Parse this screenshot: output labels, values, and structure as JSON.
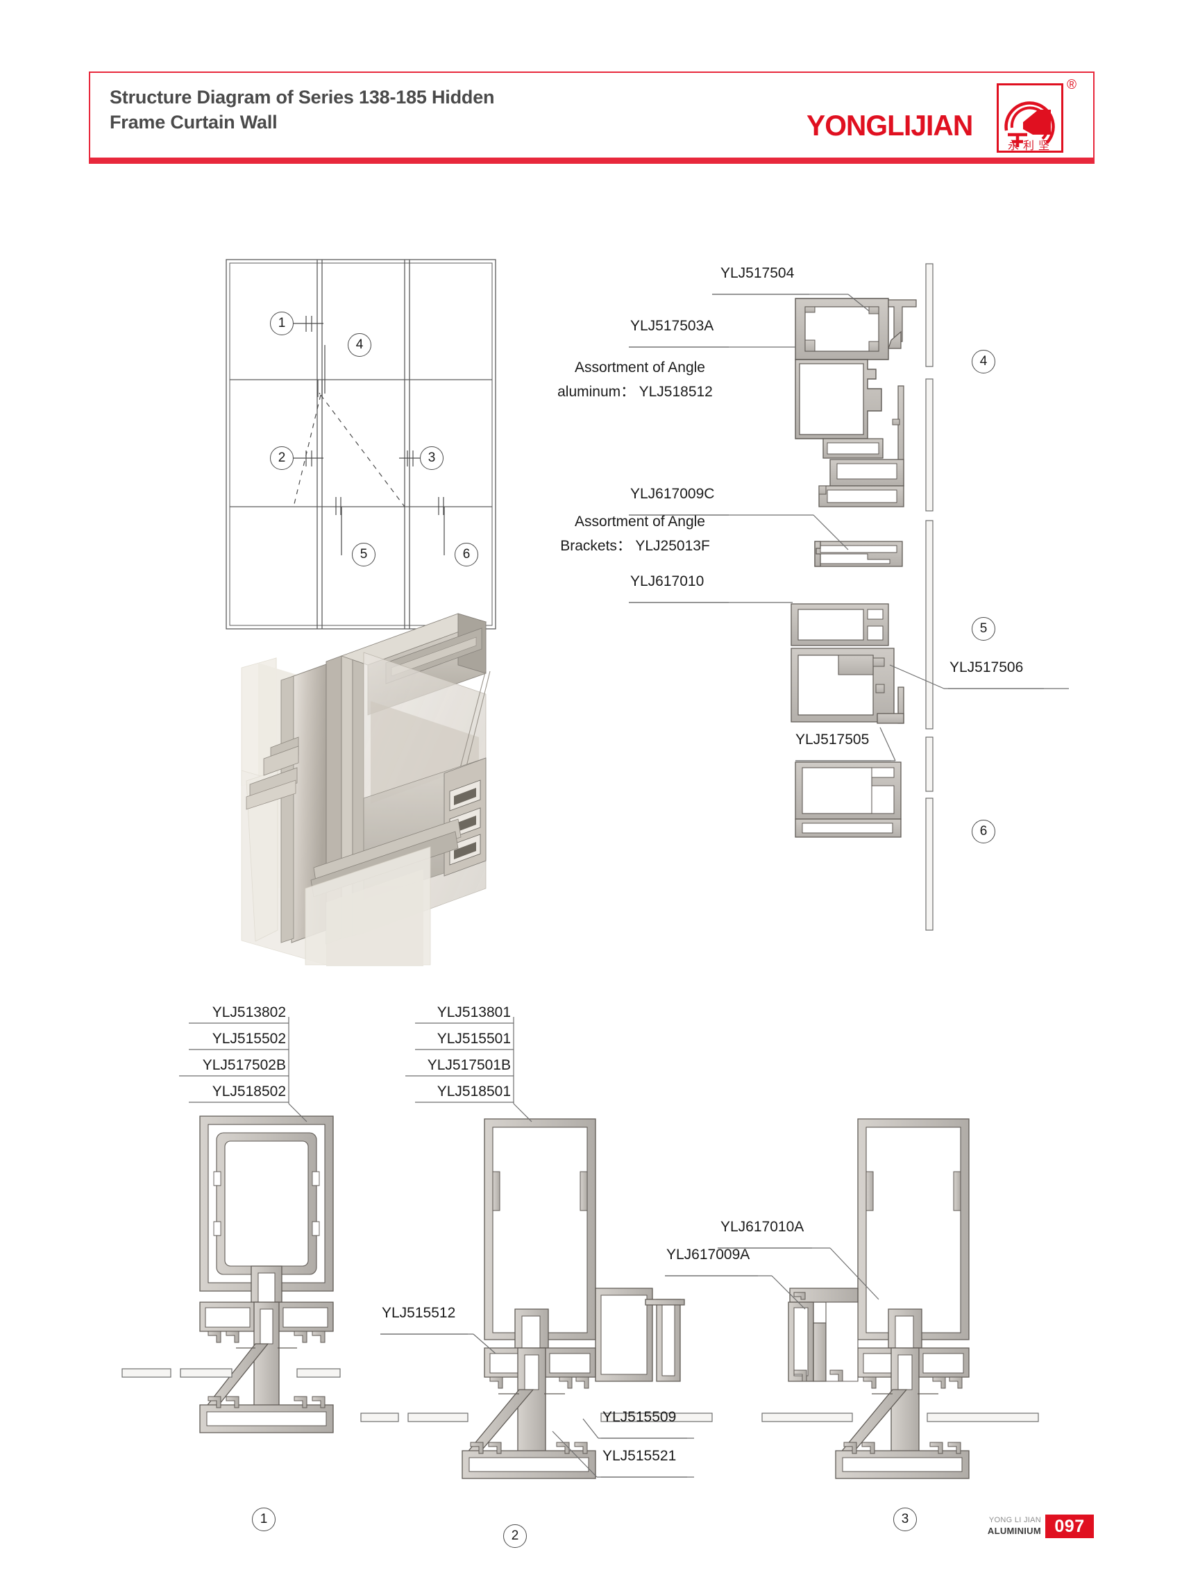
{
  "header": {
    "title_line1": "Structure Diagram of Series 138-185 Hidden",
    "title_line2": "Frame Curtain Wall",
    "title": "Structure Diagram of Series 138-185 Hidden Frame Curtain Wall",
    "brand_name": "YONGLIJIAN",
    "brand_registered": "®",
    "brand_chinese": "永利坚",
    "accent_color": "#e8283c",
    "brand_color": "#e01020"
  },
  "elevation": {
    "name": "curtain-wall-elevation",
    "markers": [
      {
        "id": "1",
        "label": "1"
      },
      {
        "id": "2",
        "label": "2"
      },
      {
        "id": "3",
        "label": "3"
      },
      {
        "id": "4",
        "label": "4"
      },
      {
        "id": "5",
        "label": "5"
      },
      {
        "id": "6",
        "label": "6"
      }
    ]
  },
  "isometric": {
    "name": "curtain-wall-3d-render",
    "caption": ""
  },
  "section_details": [
    {
      "marker": "4",
      "callouts": [
        {
          "code": "YLJ517504"
        },
        {
          "code": "YLJ517503A"
        },
        {
          "code": "Assortment of Angle",
          "code2": "aluminum：YLJ518512"
        }
      ]
    },
    {
      "marker": "5",
      "callouts": [
        {
          "code": "YLJ617009C"
        },
        {
          "code": "Assortment of Angle",
          "code2": "Brackets：YLJ25013F"
        },
        {
          "code": "YLJ617010"
        },
        {
          "code": "YLJ517506"
        },
        {
          "code": "YLJ517505"
        }
      ]
    },
    {
      "marker": "6",
      "callouts": []
    }
  ],
  "labels": {
    "ylj517504": "YLJ517504",
    "ylj517503a": "YLJ517503A",
    "angle_aluminum_l1": "Assortment of Angle",
    "angle_aluminum_l2": "aluminum： YLJ518512",
    "ylj617009c": "YLJ617009C",
    "angle_brackets_l1": "Assortment of Angle",
    "angle_brackets_l2": "Brackets： YLJ25013F",
    "ylj617010": "YLJ617010",
    "ylj517506": "YLJ517506",
    "ylj517505": "YLJ517505",
    "ylj513802": "YLJ513802",
    "ylj515502": "YLJ515502",
    "ylj517502b": "YLJ517502B",
    "ylj518502": "YLJ518502",
    "ylj513801": "YLJ513801",
    "ylj515501": "YLJ515501",
    "ylj517501b": "YLJ517501B",
    "ylj518501": "YLJ518501",
    "ylj617010a": "YLJ617010A",
    "ylj617009a": "YLJ617009A",
    "ylj515512": "YLJ515512",
    "ylj515509": "YLJ515509",
    "ylj515521": "YLJ515521"
  },
  "mullion_details": [
    {
      "marker": "1",
      "stack": [
        "YLJ513802",
        "YLJ515502",
        "YLJ517502B",
        "YLJ518502"
      ]
    },
    {
      "marker": "2",
      "stack": [
        "YLJ513801",
        "YLJ515501",
        "YLJ517501B",
        "YLJ518501"
      ],
      "extra": [
        "YLJ515512",
        "YLJ515509",
        "YLJ515521"
      ]
    },
    {
      "marker": "3",
      "stack": [],
      "extra": [
        "YLJ617010A",
        "YLJ617009A"
      ]
    }
  ],
  "markers_right": [
    {
      "label": "4"
    },
    {
      "label": "5"
    },
    {
      "label": "6"
    }
  ],
  "markers_bottom": [
    {
      "label": "1"
    },
    {
      "label": "2"
    },
    {
      "label": "3"
    }
  ],
  "footer": {
    "line1": "YONG LI JIAN",
    "line2": "ALUMINIUM",
    "page": "097",
    "page_bg": "#e01020"
  }
}
